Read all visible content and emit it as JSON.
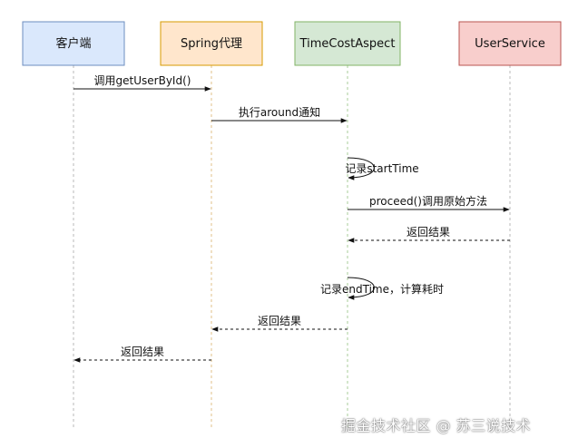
{
  "participants": [
    {
      "id": "client",
      "label": "客户端",
      "fill": "#dae8fc",
      "stroke": "#6c8ebf",
      "lifeline": "#b8b8b8"
    },
    {
      "id": "spring",
      "label": "Spring代理",
      "fill": "#ffe6cc",
      "stroke": "#d79b00",
      "lifeline": "#e2c08a"
    },
    {
      "id": "aspect",
      "label": "TimeCostAspect",
      "fill": "#d5e8d4",
      "stroke": "#82b366",
      "lifeline": "#a9cc99"
    },
    {
      "id": "service",
      "label": "UserService",
      "fill": "#f8cecc",
      "stroke": "#b85450",
      "lifeline": "#b8b8b8"
    }
  ],
  "messages": [
    {
      "label": "调用getUserById()",
      "from": "client",
      "to": "spring",
      "kind": "call"
    },
    {
      "label": "执行around通知",
      "from": "spring",
      "to": "aspect",
      "kind": "call"
    },
    {
      "label": "记录startTime",
      "from": "aspect",
      "to": "aspect",
      "kind": "self"
    },
    {
      "label": "proceed()调用原始方法",
      "from": "aspect",
      "to": "service",
      "kind": "call"
    },
    {
      "label": "返回结果",
      "from": "service",
      "to": "aspect",
      "kind": "return"
    },
    {
      "label": "记录endTime，计算耗时",
      "from": "aspect",
      "to": "aspect",
      "kind": "self"
    },
    {
      "label": "返回结果",
      "from": "aspect",
      "to": "spring",
      "kind": "return"
    },
    {
      "label": "返回结果",
      "from": "spring",
      "to": "client",
      "kind": "return"
    }
  ],
  "watermark": "掘金技术社区 @ 苏三说技术"
}
